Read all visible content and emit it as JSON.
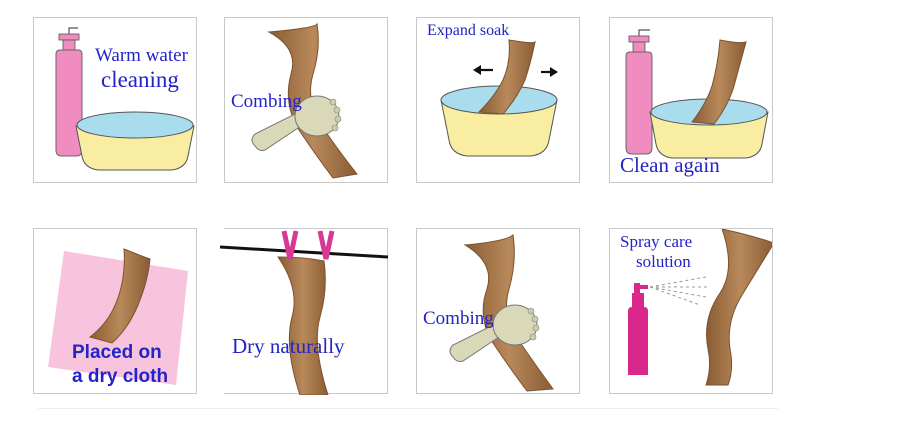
{
  "steps": [
    {
      "id": 1,
      "caption_line1": "Warm water",
      "caption_line2": "cleaning"
    },
    {
      "id": 2,
      "caption_line1": "Combing"
    },
    {
      "id": 3,
      "caption_line1": "Expand soak"
    },
    {
      "id": 4,
      "caption_line1": "Clean again"
    },
    {
      "id": 5,
      "caption_line1": "Placed on",
      "caption_line2": "a dry cloth"
    },
    {
      "id": 6,
      "caption_line1": "Dry naturally"
    },
    {
      "id": 7,
      "caption_line1": "Combing"
    },
    {
      "id": 8,
      "caption_line1": "Spray care",
      "caption_line2": "solution"
    }
  ],
  "colors": {
    "caption": "#2323c8",
    "hair": "#a8794a",
    "hair_dark": "#7a5230",
    "bottle": "#f08cbf",
    "bowl": "#f8eda0",
    "water": "#a9dcec",
    "brush": "#d9d8b8",
    "cloth": "#f8c3dc",
    "clip": "#d63a95",
    "spray_bottle": "#d9278c"
  },
  "icons": [
    "pump-bottle-icon",
    "bowl-icon",
    "hair-weft-icon",
    "brush-icon",
    "arrow-left-icon",
    "arrow-right-icon",
    "cloth-icon",
    "clothesline-icon",
    "clip-icon",
    "spray-bottle-icon"
  ]
}
